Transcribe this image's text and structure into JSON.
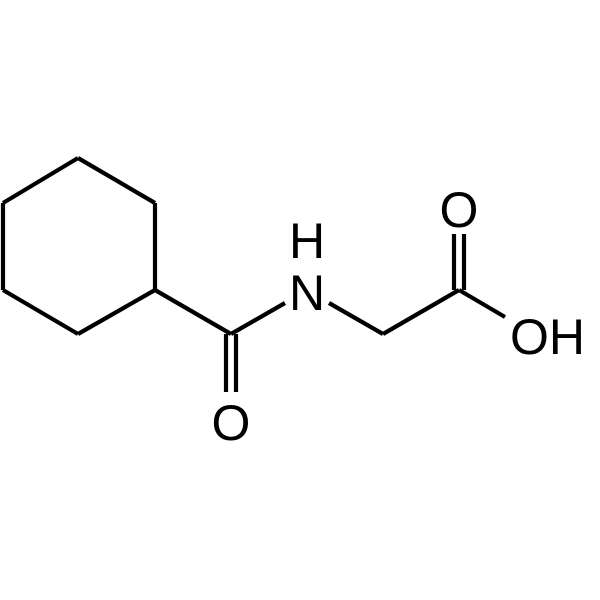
{
  "molecule": {
    "atom_labels": {
      "amide_nitrogen": "N",
      "amide_hydrogen": "H",
      "amide_oxygen": "O",
      "acid_carbonyl_oxygen": "O",
      "hydroxyl": "OH"
    }
  }
}
